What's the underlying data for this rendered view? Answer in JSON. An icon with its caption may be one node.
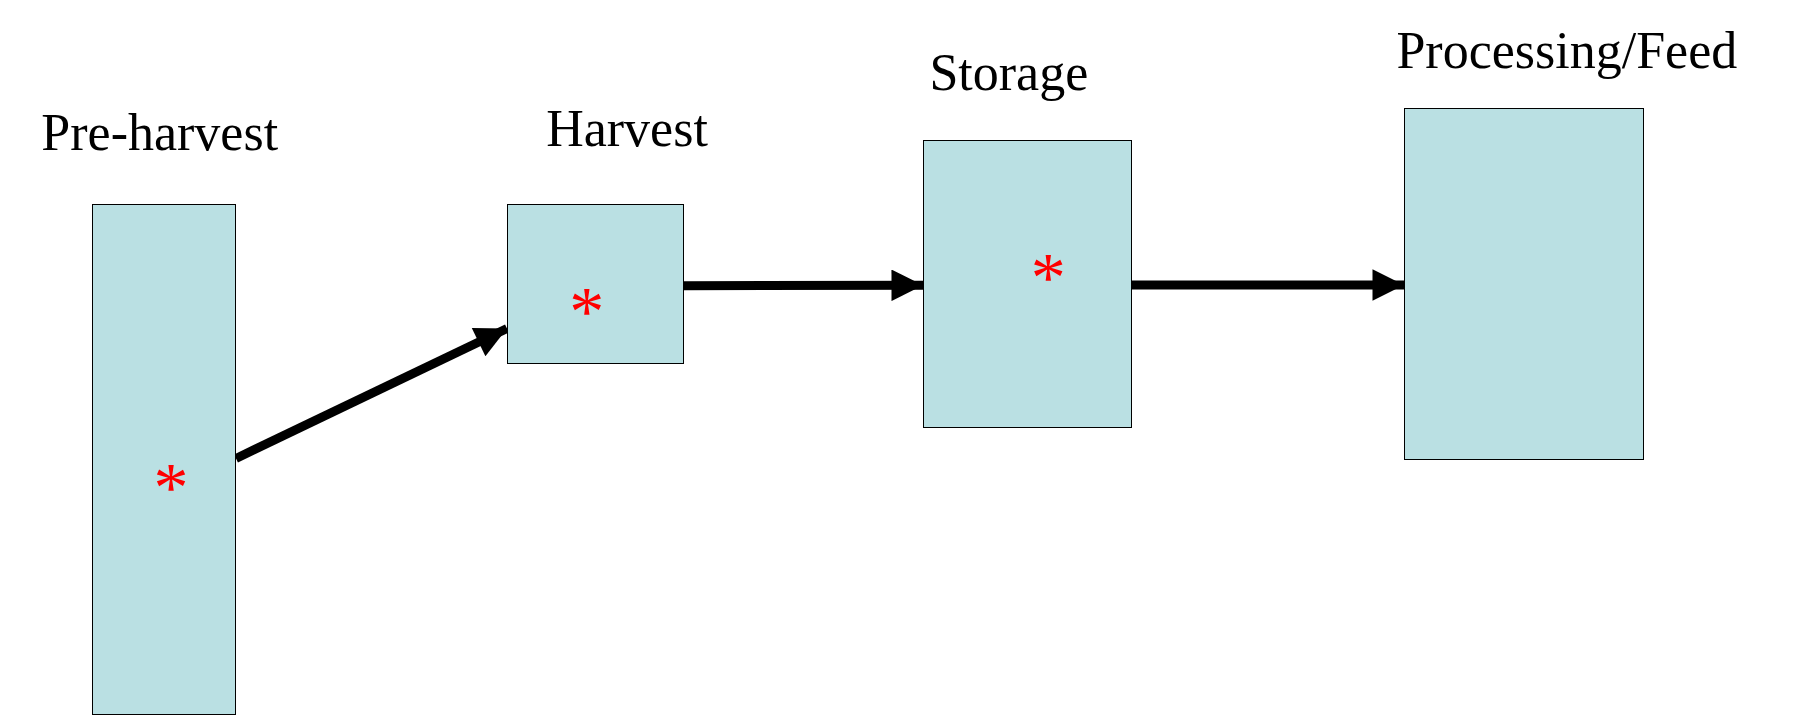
{
  "diagram": {
    "nodes": [
      {
        "text": [
          "Pre-harvest",
          "*"
        ]
      },
      {
        "text": [
          "Harvest",
          "*"
        ]
      },
      {
        "text": [
          "Storage",
          "*"
        ]
      },
      {
        "text": [
          "Processing/Feed"
        ]
      }
    ],
    "edges": [
      {
        "from": 0,
        "to": 1,
        "arrow": "to"
      },
      {
        "from": 1,
        "to": 2,
        "arrow": "to"
      },
      {
        "from": 2,
        "to": 3,
        "arrow": "to"
      }
    ]
  }
}
